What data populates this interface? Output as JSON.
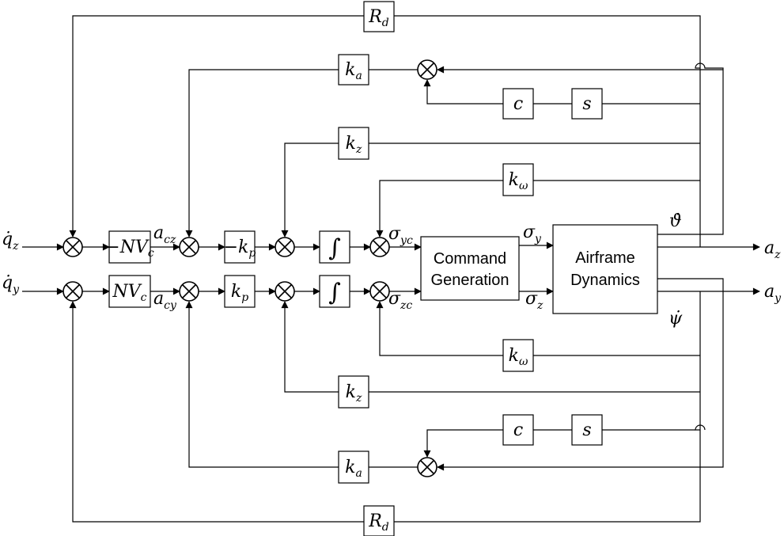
{
  "blocks": {
    "rd_top": {
      "main": "R",
      "sub": "d"
    },
    "ka_top": {
      "main": "k",
      "sub": "a"
    },
    "c_top": {
      "main": "c"
    },
    "s_top": {
      "main": "s"
    },
    "kz_top": {
      "main": "k",
      "sub": "z"
    },
    "kw_top": {
      "main": "k",
      "sub": "ω"
    },
    "nvc_top": {
      "main": "−NV",
      "sub": "c"
    },
    "kp_top": {
      "main": "−k",
      "sub": "p"
    },
    "int_top": {
      "main": "∫"
    },
    "nvc_bot": {
      "main": "NV",
      "sub": "c"
    },
    "kp_bot": {
      "main": "k",
      "sub": "p"
    },
    "int_bot": {
      "main": "∫"
    },
    "kw_bot": {
      "main": "k",
      "sub": "ω"
    },
    "kz_bot": {
      "main": "k",
      "sub": "z"
    },
    "c_bot": {
      "main": "c"
    },
    "s_bot": {
      "main": "s"
    },
    "ka_bot": {
      "main": "k",
      "sub": "a"
    },
    "rd_bot": {
      "main": "R",
      "sub": "d"
    }
  },
  "command_generation": {
    "line1": "Command",
    "line2": "Generation"
  },
  "airframe_dynamics": {
    "line1": "Airframe",
    "line2": "Dynamics"
  },
  "signals": {
    "input_top": {
      "main": "q̇",
      "sub": "z"
    },
    "input_bot": {
      "main": "q̇",
      "sub": "y"
    },
    "acz": {
      "main": "a",
      "sub": "cz"
    },
    "acy": {
      "main": "a",
      "sub": "cy"
    },
    "sigma_yc": {
      "main": "σ",
      "sub": "yc"
    },
    "sigma_zc": {
      "main": "σ",
      "sub": "zc"
    },
    "sigma_y": {
      "main": "σ",
      "sub": "y"
    },
    "sigma_z": {
      "main": "σ",
      "sub": "z"
    },
    "theta_dot": {
      "main": "ϑ̇"
    },
    "psi_dot": {
      "main": "ψ̇"
    },
    "out_az": {
      "main": "a",
      "sub": "z"
    },
    "out_ay": {
      "main": "a",
      "sub": "y"
    }
  }
}
